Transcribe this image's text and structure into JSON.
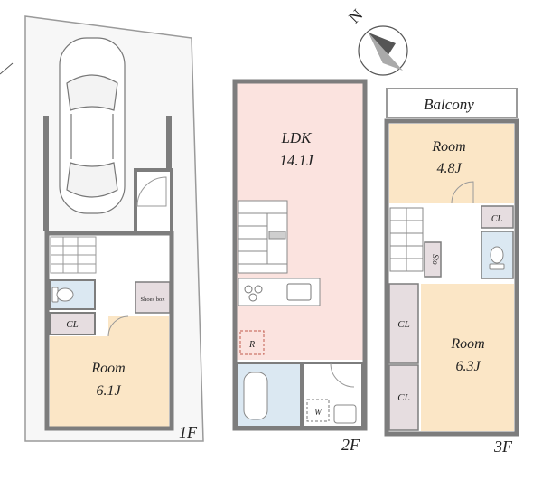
{
  "compass": {
    "label": "N"
  },
  "floors": {
    "f1": {
      "level": "1F",
      "room": {
        "name": "Room",
        "size": "6.1J"
      },
      "closet": "CL",
      "shoe_box": "Shoes box"
    },
    "f2": {
      "level": "2F",
      "ldk": {
        "name": "LDK",
        "size": "14.1J"
      },
      "fridge": "R",
      "washer": "W"
    },
    "f3": {
      "level": "3F",
      "balcony": "Balcony",
      "room_small": {
        "name": "Room",
        "size": "4.8J"
      },
      "room_large": {
        "name": "Room",
        "size": "6.3J"
      },
      "closet_top": "CL",
      "closet_mid": "CL",
      "closet_low": "CL",
      "storage": "Sto"
    }
  },
  "colors": {
    "wall": "#7d7d7d",
    "room_floor": "#fbe6c6",
    "ldk_floor": "#fbe3df",
    "closet_floor": "#e6dde0",
    "wet_floor": "#dbe8f2",
    "lot": "#f7f7f7"
  }
}
